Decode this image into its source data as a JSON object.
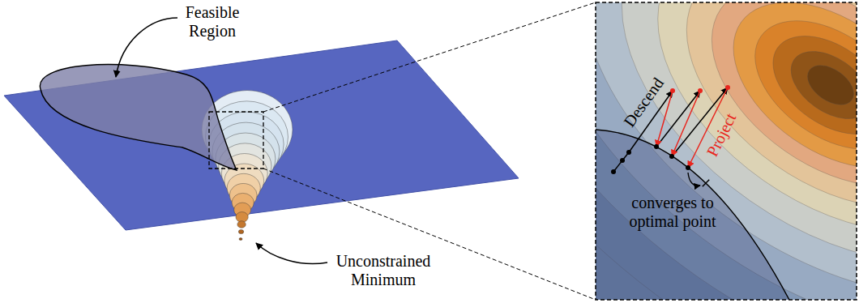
{
  "diagram": {
    "labels": [
      "Feasible Region",
      "Descend",
      "Project",
      "converges to optimal point",
      "Unconstrained Minimum"
    ]
  }
}
